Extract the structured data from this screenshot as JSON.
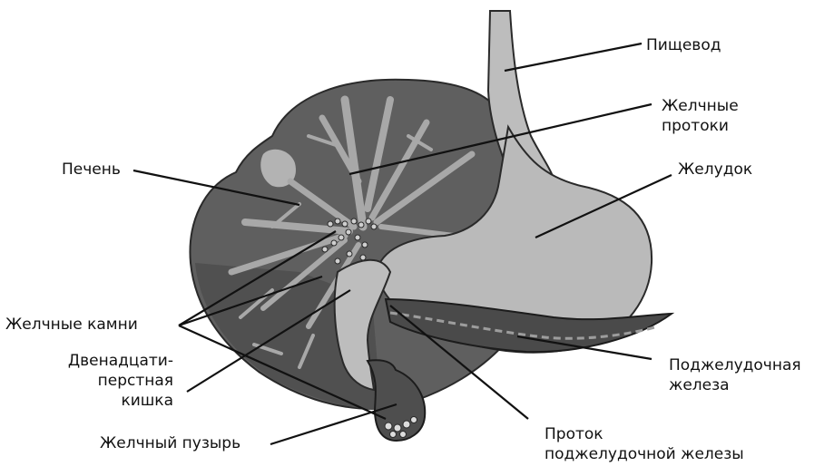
{
  "colors": {
    "liver": "#5f5f5f",
    "liver_dark": "#3a3a3a",
    "ducts": "#a4a4a4",
    "stomach": "#b9b9b9",
    "pancreas_dark": "#2e2e2e",
    "line": "#111111"
  },
  "labels": {
    "esophagus": "Пищевод",
    "bile_ducts_1": "Желчные",
    "bile_ducts_2": "протоки",
    "liver": "Печень",
    "stomach": "Желудок",
    "gallstones": "Желчные камни",
    "duodenum_1": "Двенадцати-",
    "duodenum_2": "перстная",
    "duodenum_3": "кишка",
    "pancreas_1": "Поджелудочная",
    "pancreas_2": "железа",
    "gallbladder": "Желчный пузырь",
    "pancreatic_duct_1": "Проток",
    "pancreatic_duct_2": "поджелудочной железы"
  }
}
